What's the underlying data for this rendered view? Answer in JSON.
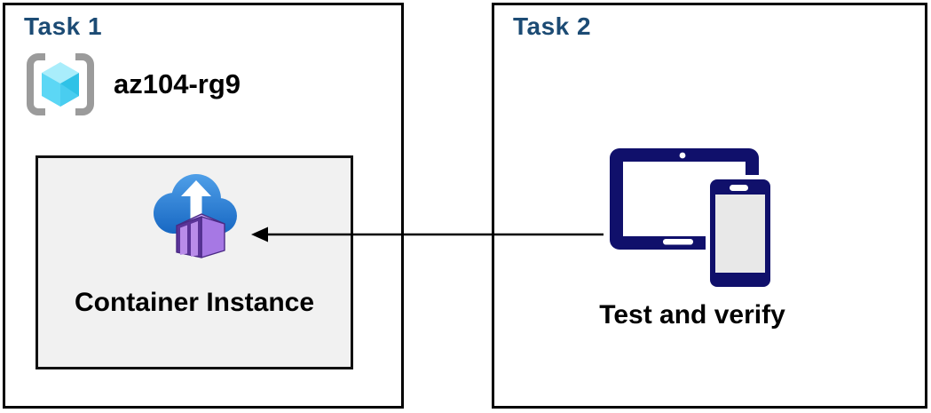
{
  "diagram": {
    "task1": {
      "title": "Task 1",
      "resource_group": {
        "name": "az104-rg9",
        "icon": "resource-group-icon"
      },
      "container_box": {
        "label": "Container Instance",
        "icon": "container-instance-icon"
      }
    },
    "task2": {
      "title": "Task 2",
      "caption": "Test and verify",
      "icon": "tablet-phone-devices-icon"
    },
    "arrow": {
      "direction": "right-to-left",
      "from": "devices",
      "to": "container-instance"
    },
    "colors": {
      "title_blue": "#1c4b74",
      "box_border": "#000000",
      "inner_box_fill": "#f1f1f1",
      "device_navy": "#10106b",
      "cloud_blue_top": "#4f9fe8",
      "cloud_blue_bottom": "#1565c1",
      "container_purple_side": "#a678e4",
      "container_purple_frame": "#5b3498",
      "container_purple_stripe": "#b98ce9",
      "container_purple_top": "#c9a6f2",
      "rg_bracket_gray": "#9b9b9b",
      "rg_cyan_top": "#a9edfb",
      "rg_cyan_left": "#5cd7f5",
      "rg_cyan_right": "#2fc2e7"
    }
  }
}
